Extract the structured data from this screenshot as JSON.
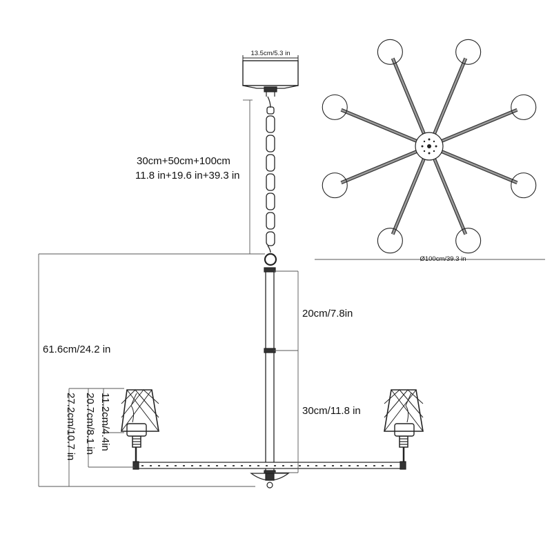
{
  "dimensions": {
    "canopy_width": "13.5cm/5.3 in",
    "chain_length_cm": "30cm+50cm+100cm",
    "chain_length_in": "11.8 in+19.6 in+39.3 in",
    "body_height": "61.6cm/24.2 in",
    "upper_rod": "20cm/7.8in",
    "lower_rod": "30cm/11.8 in",
    "shade_height": "11.2cm/4.4in",
    "arm_to_shade_top": "20.7cm/8.1 in",
    "arm_total": "27.2cm/10.7 in",
    "diameter": "Ø100cm/39.3 in"
  },
  "top_view": {
    "arm_count": 8
  },
  "colors": {
    "line": "#222222",
    "guide": "#555555",
    "arm_fill": "#9a9a9a"
  }
}
